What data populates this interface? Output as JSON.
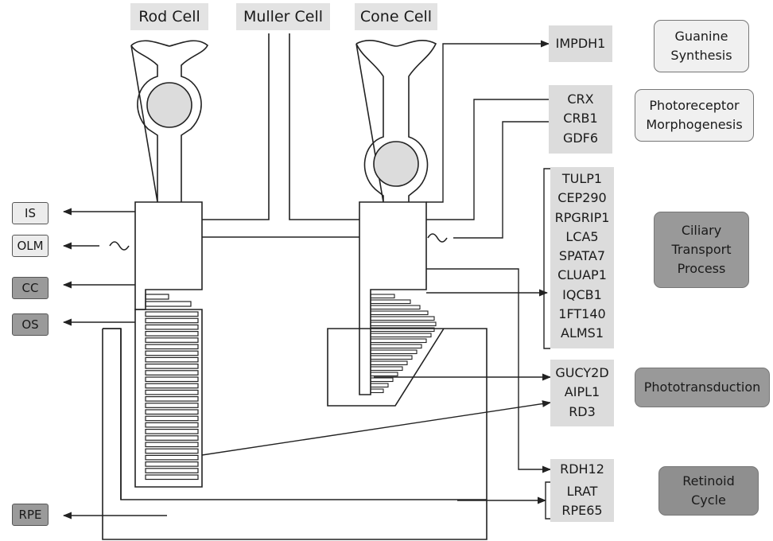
{
  "cells": {
    "rod": "Rod Cell",
    "muller": "Muller Cell",
    "cone": "Cone Cell"
  },
  "layers": {
    "is": "IS",
    "olm": "OLM",
    "cc": "CC",
    "os": "OS",
    "rpe": "RPE"
  },
  "gene_groups": {
    "guanine": [
      "IMPDH1"
    ],
    "morpho": [
      "CRX",
      "CRB1",
      "GDF6"
    ],
    "ciliary": [
      "TULP1",
      "CEP290",
      "RPGRIP1",
      "LCA5",
      "SPATA7",
      "CLUAP1",
      "IQCB1",
      "1FT140",
      "ALMS1"
    ],
    "photo": [
      "GUCY2D",
      "AIPL1",
      "RD3"
    ],
    "retinoid_a": [
      "RDH12"
    ],
    "retinoid_b": [
      "LRAT",
      "RPE65"
    ]
  },
  "categories": {
    "guanine": "Guanine\nSynthesis",
    "morpho": "Photoreceptor\nMorphogenesis",
    "ciliary": "Ciliary\nTransport\nProcess",
    "photo": "Phototransduction",
    "retinoid": "Retinoid\nCycle"
  },
  "colors": {
    "layer_light": "#ececec",
    "layer_dark": "#9a9a9a",
    "category_light": "#f0f0f0",
    "category_dark": "#999999",
    "gene_box": "#dcdcdc",
    "nucleus": "#dcdcdc",
    "line": "#222222"
  }
}
